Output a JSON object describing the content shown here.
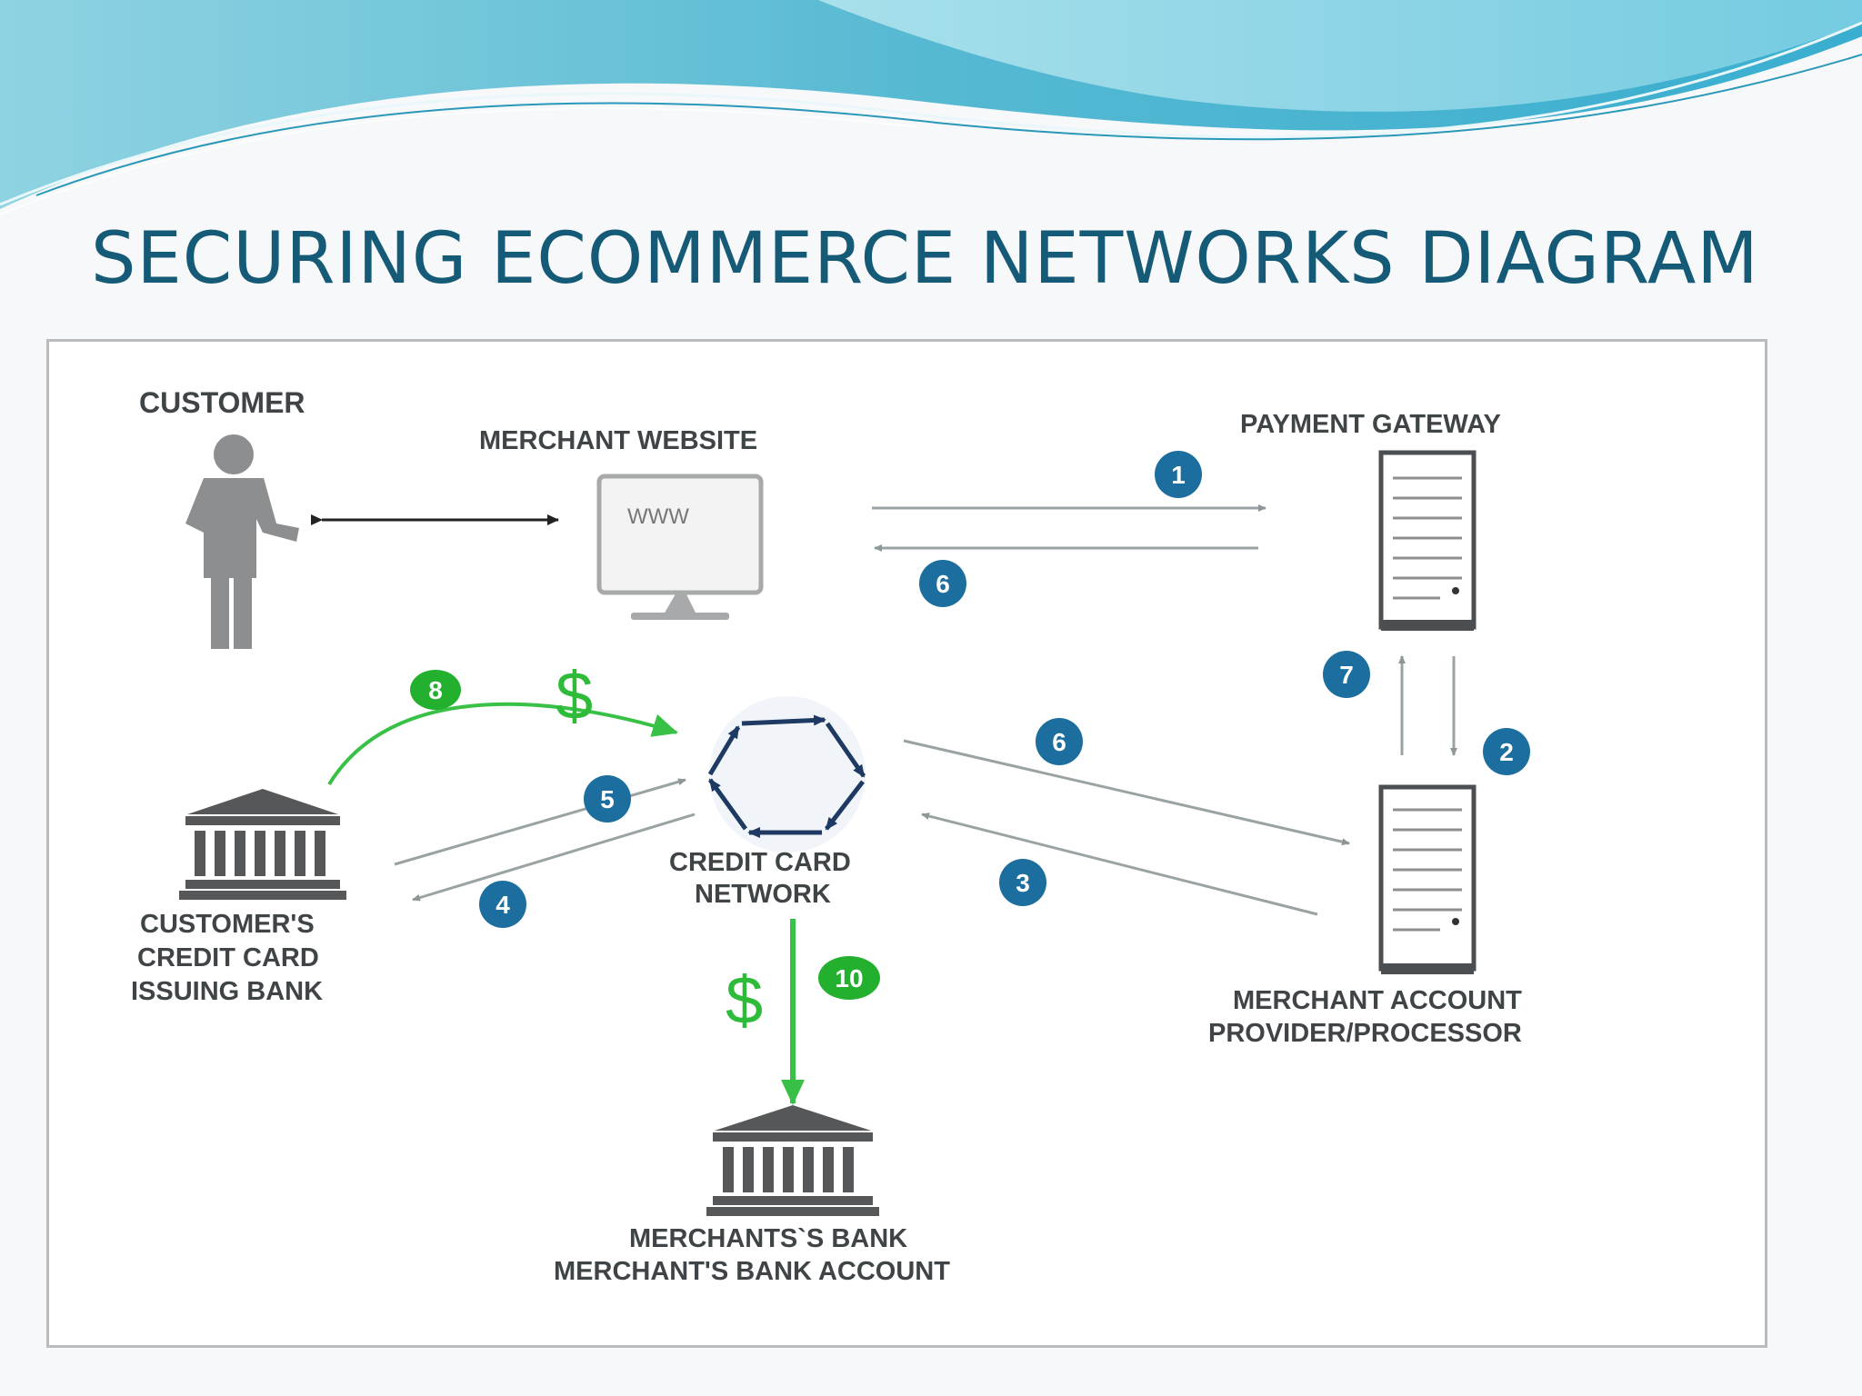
{
  "slide": {
    "title": "SECURING ECOMMERCE NETWORKS DIAGRAM"
  },
  "diagram": {
    "nodes": {
      "customer": "CUSTOMER",
      "merchant_website": "MERCHANT WEBSITE",
      "website_screen_text": "WWW",
      "payment_gateway": "PAYMENT GATEWAY",
      "issuing_bank": [
        "CUSTOMER'S",
        "CREDIT CARD",
        "ISSUING BANK"
      ],
      "credit_card_network": [
        "CREDIT CARD",
        "NETWORK"
      ],
      "merchant_account": [
        "MERCHANT ACCOUNT",
        "PROVIDER/PROCESSOR"
      ],
      "merchants_bank": [
        "MERCHANTS`S BANK",
        "MERCHANT'S BANK ACCOUNT"
      ]
    },
    "steps": {
      "s1": "1",
      "s2": "2",
      "s3": "3",
      "s4": "4",
      "s5": "5",
      "s6a": "6",
      "s6b": "6",
      "s7": "7",
      "s8": "8",
      "s10": "10"
    },
    "currency_symbol": "$",
    "colors": {
      "step_badge": "#1b6e9e",
      "money_badge": "#23b02f",
      "money_arrow": "#39c046",
      "flow_arrow": "#9aa3a3",
      "icon": "#8c8e8f",
      "title": "#155a76"
    }
  }
}
